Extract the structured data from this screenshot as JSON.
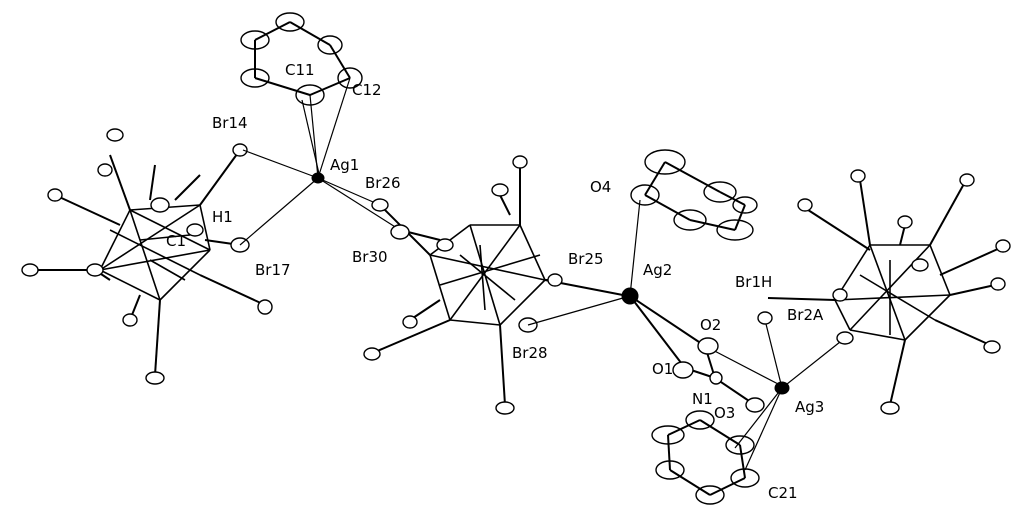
{
  "figure": {
    "labels": {
      "c11": "C11",
      "c12": "C12",
      "br14": "Br14",
      "ag1": "Ag1",
      "br26": "Br26",
      "h1": "H1",
      "c1": "C1",
      "br17": "Br17",
      "br30": "Br30",
      "o4": "O4",
      "br25": "Br25",
      "ag2": "Ag2",
      "br1h": "Br1H",
      "br2a": "Br2A",
      "o2": "O2",
      "br28": "Br28",
      "o1": "O1",
      "n1": "N1",
      "o3": "O3",
      "ag3": "Ag3",
      "c21": "C21"
    }
  }
}
